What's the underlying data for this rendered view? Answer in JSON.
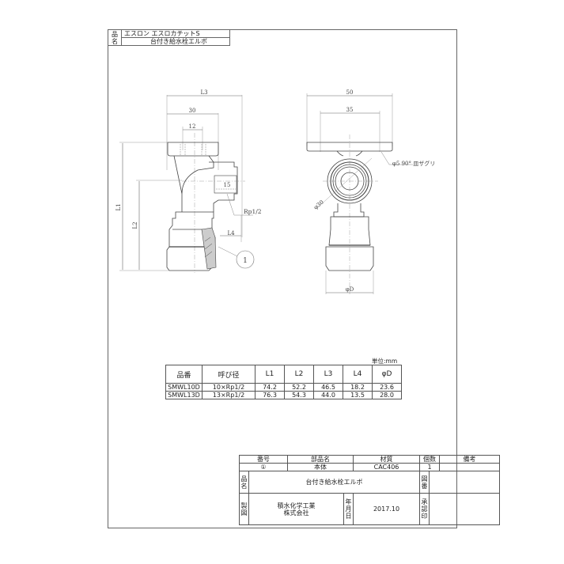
{
  "header": {
    "part_name_label": "品名",
    "product_line": "エスロン エスロカチットS",
    "product_name": "台付き給水栓エルボ"
  },
  "side_view": {
    "dims": {
      "L3": "L3",
      "width_30": "30",
      "width_12": "12",
      "thread_15": "15",
      "L1": "L1",
      "L2": "L2",
      "L4": "L4"
    },
    "thread_callout": "Rp1/2",
    "balloon": "1"
  },
  "front_view": {
    "dims": {
      "width_50": "50",
      "width_35": "35",
      "dia_30": "φ30",
      "phiD": "φD"
    },
    "hole_callout": "φ5 90° 皿ザグリ"
  },
  "dimension_table": {
    "unit": "単位:mm",
    "headers": [
      "品番",
      "呼び径",
      "L1",
      "L2",
      "L3",
      "L4",
      "φD"
    ],
    "rows": [
      [
        "SMWL10D",
        "10×Rp1/2",
        "74.2",
        "52.2",
        "46.5",
        "18.2",
        "23.6"
      ],
      [
        "SMWL13D",
        "13×Rp1/2",
        "76.3",
        "54.3",
        "44.0",
        "13.5",
        "28.0"
      ]
    ]
  },
  "title_block": {
    "parts_headers": {
      "no": "番号",
      "part_name": "部品名",
      "material": "材質",
      "qty": "個数",
      "remarks": "備考"
    },
    "parts": [
      {
        "no": "①",
        "part_name": "本体",
        "material": "CAC406",
        "qty": "1",
        "remarks": ""
      }
    ],
    "product_label": "品名",
    "product_name": "台付き給水栓エルボ",
    "drawing_no_label": "図番",
    "drawing_no": "",
    "drafted_label": "製図",
    "company_line1": "積水化学工業",
    "company_line2": "株式会社",
    "date_label": "年月日",
    "date": "2017.10",
    "approval_label": "承認印",
    "approval": ""
  }
}
